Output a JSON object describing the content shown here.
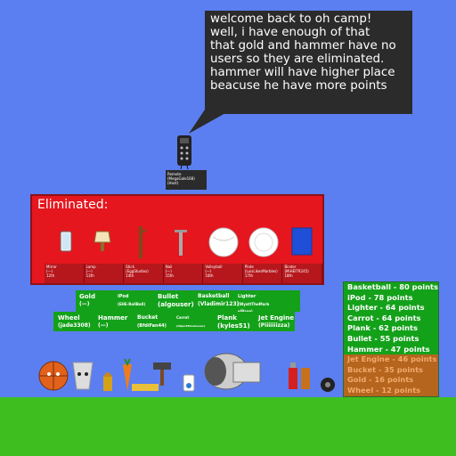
{
  "speech": {
    "text": "welcome back to oh camp!\nwell, i have enough of that\nthat gold and hammer have no\nusers so they are eliminated.\nhammer will have higher place\nbeacuse he have more points"
  },
  "remote_label": {
    "name": "Remote",
    "user": "(MegaGale168)",
    "status": "(Host)"
  },
  "eliminated": {
    "title": "Eliminated:",
    "items": [
      {
        "name": "Mirror",
        "user": "(—)",
        "place": "12th"
      },
      {
        "name": "Lamp",
        "user": "(—)",
        "place": "13th"
      },
      {
        "name": "Stick",
        "user": "(EggStudios)",
        "place": "14th"
      },
      {
        "name": "Nail",
        "user": "(—)",
        "place": "15th"
      },
      {
        "name": "Volleyball",
        "user": "(—)",
        "place": "16th"
      },
      {
        "name": "Plate",
        "user": "(LuisLikesMarbles)",
        "place": "17th"
      },
      {
        "name": "Binder",
        "user": "(MiHEITR245)",
        "place": "18th"
      }
    ]
  },
  "contestants": {
    "row1": [
      {
        "name": "Gold",
        "user": "(—)"
      },
      {
        "name": "iPod",
        "user": "(EHE-RollBall)"
      },
      {
        "name": "Bullet",
        "user": "(algouser)"
      },
      {
        "name": "Basketball",
        "user": "(Vladimir123)"
      },
      {
        "name": "Lighter",
        "user": "(WyattTheMarb\nelBase)"
      }
    ],
    "row2": [
      {
        "name": "Wheel",
        "user": "(jade3308)"
      },
      {
        "name": "Hammer",
        "user": "(—)"
      },
      {
        "name": "Bucket",
        "user": "(BfdiFan44)"
      },
      {
        "name": "Carrot",
        "user": "(ObjectShowLover)"
      },
      {
        "name": "Plank",
        "user": "(kyles51)"
      },
      {
        "name": "Jet Engine",
        "user": "(Piiiiiiizza)"
      }
    ]
  },
  "scoreboard": [
    {
      "label": "Basketball - 80 points",
      "status": "safe"
    },
    {
      "label": "iPod - 78 points",
      "status": "safe"
    },
    {
      "label": "Lighter - 64 points",
      "status": "safe"
    },
    {
      "label": "Carrot - 64 points",
      "status": "safe"
    },
    {
      "label": "Plank - 62 points",
      "status": "safe"
    },
    {
      "label": "Bullet - 55 points",
      "status": "safe"
    },
    {
      "label": "Hammer - 47 points",
      "status": "safe"
    },
    {
      "label": "Jet Engine - 46 points",
      "status": "bottom"
    },
    {
      "label": "Bucket - 35 points",
      "status": "bottom"
    },
    {
      "label": "Gold - 16 points",
      "status": "bottom"
    },
    {
      "label": "Wheel - 12 points",
      "status": "bottom"
    }
  ],
  "colors": {
    "sky": "#5b7ff0",
    "ground": "#3fbf1f",
    "elim_panel": "#e5161e",
    "safe_row": "#14a11a",
    "bottom_row": "#b5651d",
    "bottom_text": "#f2a96b"
  }
}
